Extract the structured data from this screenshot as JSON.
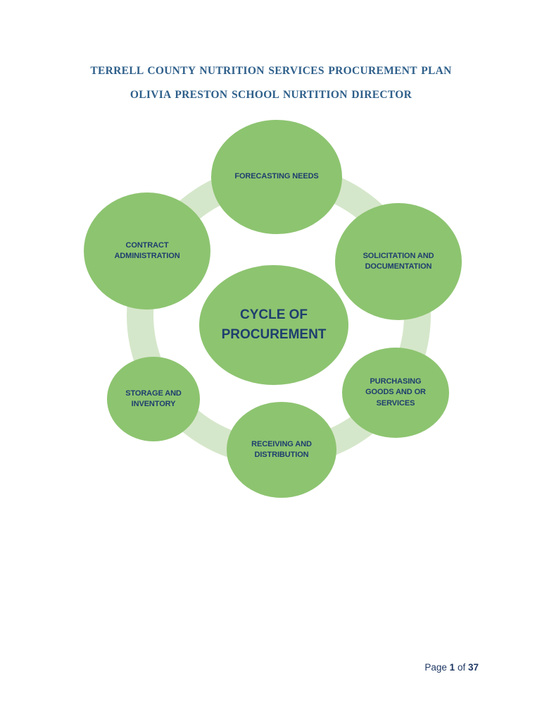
{
  "document": {
    "title_line1": "TERRELL COUNTY NUTRITION SERVICES PROCUREMENT PLAN",
    "title_line2": "OLIVIA PRESTON SCHOOL NURTITION DIRECTOR"
  },
  "diagram": {
    "center_label": "CYCLE OF\nPROCUREMENT",
    "nodes": [
      {
        "id": "forecasting-needs",
        "label": "FORECASTING NEEDS"
      },
      {
        "id": "solicitation-documentation",
        "label": "SOLICITATION AND\nDOCUMENTATION"
      },
      {
        "id": "purchasing-goods-services",
        "label": "PURCHASING\nGOODS AND OR\nSERVICES"
      },
      {
        "id": "receiving-distribution",
        "label": "RECEIVING AND\nDISTRIBUTION"
      },
      {
        "id": "storage-inventory",
        "label": "STORAGE AND\nINVENTORY"
      },
      {
        "id": "contract-administration",
        "label": "CONTRACT\nADMINISTRATION"
      }
    ],
    "colors": {
      "node_fill": "#8DC470",
      "ring": "#D5E7CA",
      "label_text": "#1F3E6E"
    }
  },
  "footer": {
    "page_word": "Page",
    "page_number": "1",
    "of_word": "of",
    "total_pages": "37"
  },
  "colors": {
    "title_text": "#2E5F8A",
    "footer_text": "#1F3864",
    "page_background": "#FFFFFF"
  }
}
